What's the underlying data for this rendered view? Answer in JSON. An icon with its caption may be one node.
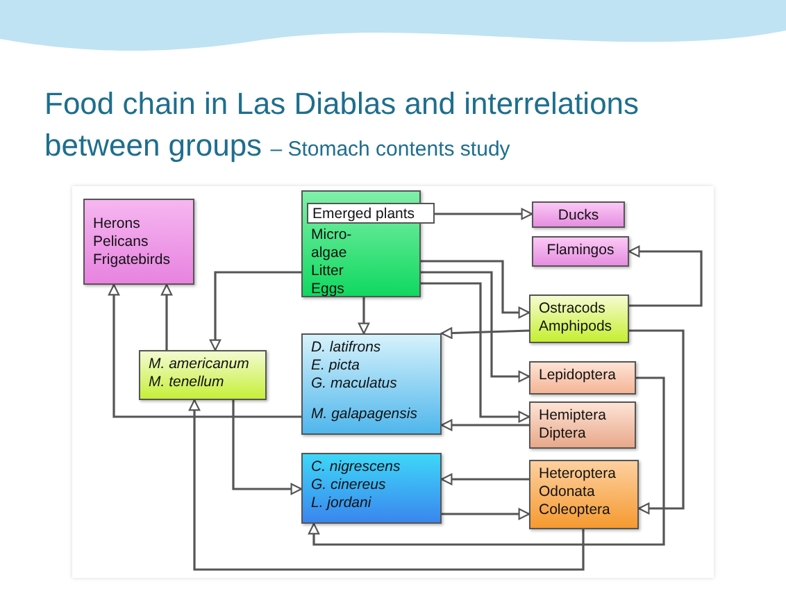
{
  "diagram": {
    "title": "Food chain in Las Diablas and interrelations between groups",
    "nodes": [
      {
        "text": [
          "Herons Pelicans Frigatebirds"
        ]
      },
      {
        "text": [
          "Micro-algae Litter Eggs"
        ]
      },
      {
        "text": [
          "Emerged plants"
        ],
        "in": 1
      },
      {
        "text": [
          "Ducks"
        ]
      },
      {
        "text": [
          "Flamingos"
        ]
      },
      {
        "text": [
          "M. americanum",
          "M. tenellum"
        ]
      },
      {
        "text": [
          "D. latifrons",
          "E. picta",
          "G. maculatus",
          "M. galapagensis"
        ]
      },
      {
        "text": [
          "Ostracods Amphipods"
        ]
      },
      {
        "text": [
          "Lepidoptera"
        ]
      },
      {
        "text": [
          "Hemiptera Diptera"
        ]
      },
      {
        "text": [
          "C. nigrescens",
          "G. cinereus",
          "L. jordani"
        ]
      },
      {
        "text": [
          "Heteroptera Odonata Coleoptera"
        ]
      }
    ],
    "edges": [
      {
        "from": 2,
        "to": 3,
        "arrow": "to"
      },
      {
        "from": 1,
        "to": 5,
        "arrow": "to"
      },
      {
        "from": 1,
        "to": 6,
        "arrow": "to"
      },
      {
        "from": 1,
        "to": 7,
        "arrow": "to"
      },
      {
        "from": 1,
        "to": 8,
        "arrow": "to"
      },
      {
        "from": 1,
        "to": 9,
        "arrow": "to"
      },
      {
        "from": 7,
        "to": 4,
        "arrow": "to"
      },
      {
        "from": 7,
        "to": 6,
        "arrow": "to"
      },
      {
        "from": 5,
        "to": 0,
        "arrow": "to"
      },
      {
        "from": 6,
        "to": 0,
        "arrow": "to"
      },
      {
        "from": 5,
        "to": 10,
        "arrow": "to"
      },
      {
        "from": 11,
        "to": 5,
        "arrow": "to"
      },
      {
        "from": 9,
        "to": 6,
        "arrow": "to"
      },
      {
        "from": 7,
        "to": 11,
        "arrow": "to"
      },
      {
        "from": 10,
        "to": 11,
        "arrow": "to"
      },
      {
        "from": 11,
        "to": 10,
        "arrow": "to"
      },
      {
        "from": 8,
        "to": 10,
        "arrow": "to"
      }
    ],
    "labels": [
      "– Stomach contents study"
    ]
  }
}
